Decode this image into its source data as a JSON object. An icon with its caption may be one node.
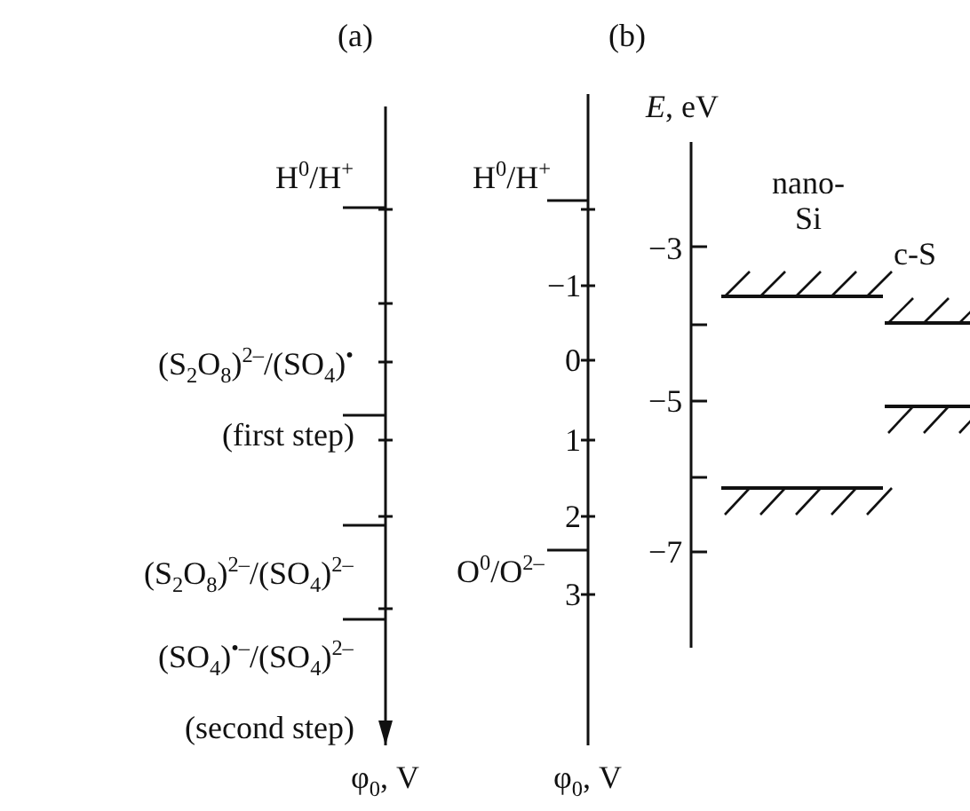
{
  "diagram": {
    "labels": [
      "(a)",
      "(b)",
      "*E*, eV",
      "H$^{0}$/H$^{+}$",
      "H$^{0}$/H$^{+}$",
      "nano- Si",
      "−3",
      "c-S",
      "−1",
      "(S$_{2}$O$_{8}$)$^{2–}$/(SO$_{4}$)$^{•}$",
      "0",
      "(first step)",
      "−5",
      "1",
      "2",
      "−7",
      "(S$_{2}$O$_{8}$)$^{2–}$/(SO$_{4}$)$^{2–}$",
      "O$^{0}$/O$^{2–}$",
      "3",
      "(SO$_{4}$)$^{•–}$/(SO$_{4}$)$^{2–}$",
      "(second step)",
      "φ$_{0}$, V",
      "φ$_{0}$, V"
    ]
  }
}
